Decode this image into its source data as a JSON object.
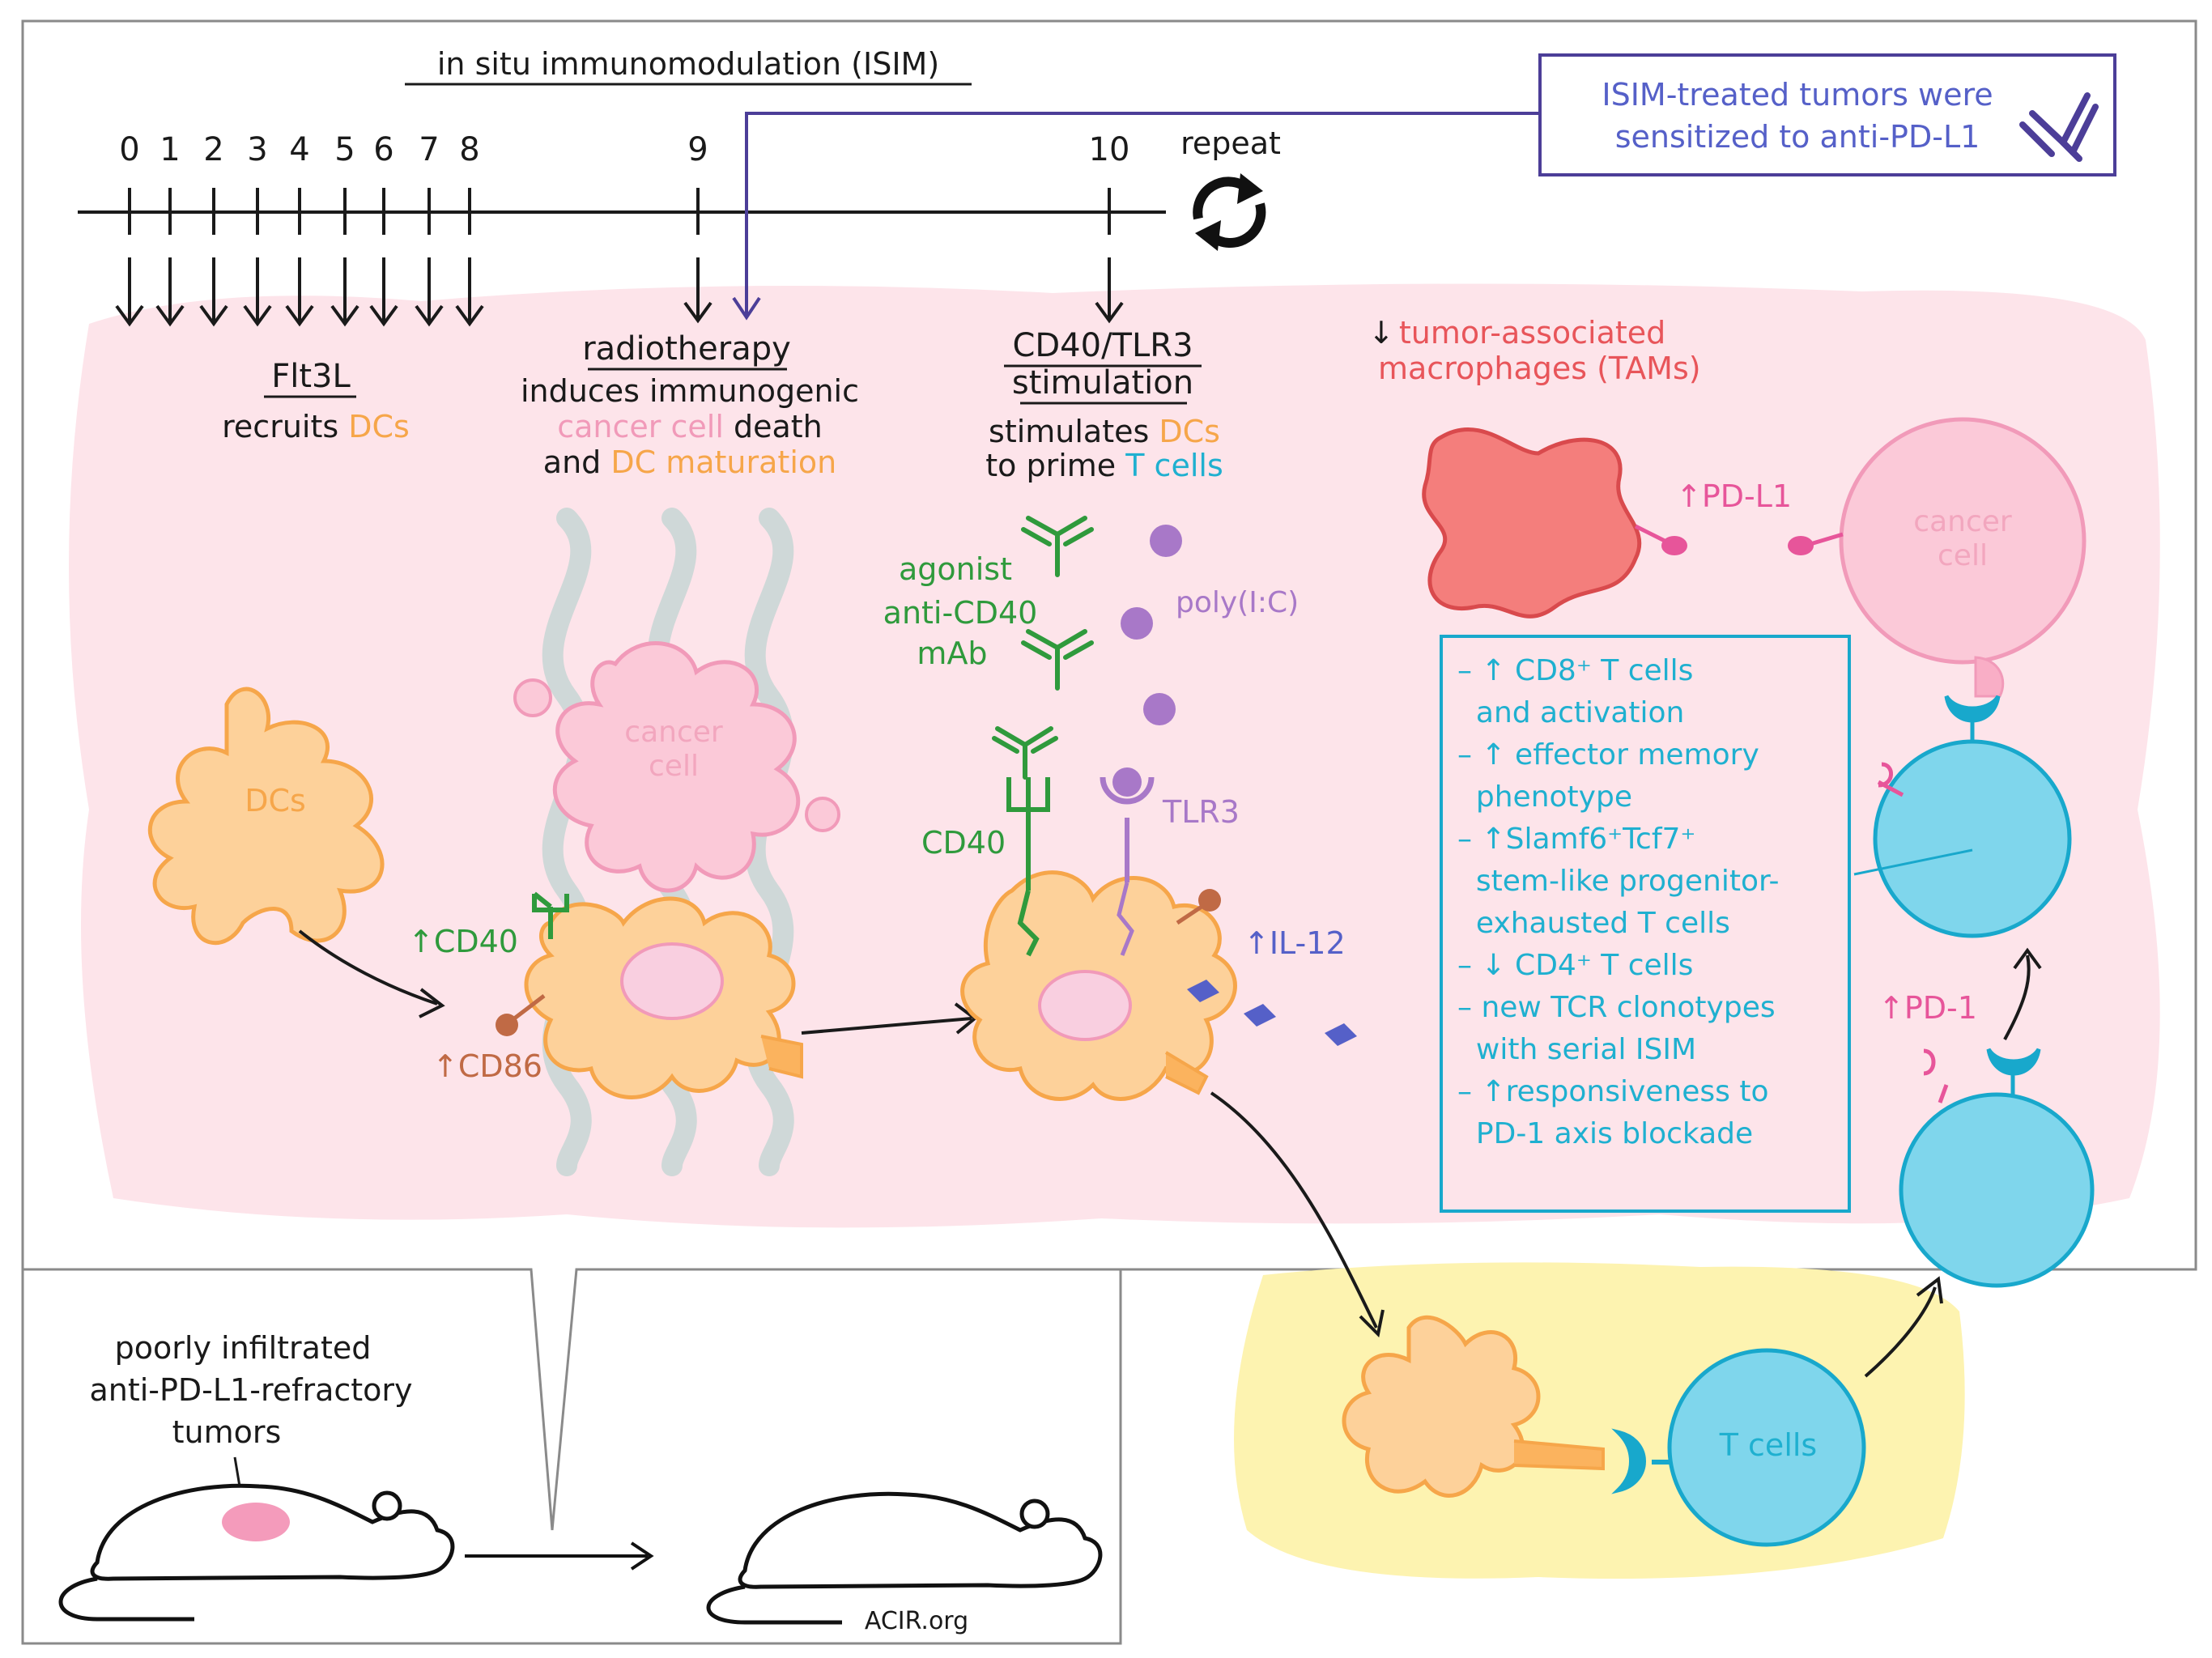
{
  "title": "in situ immunomodulation (ISIM)",
  "timeline": {
    "days_early": [
      "0",
      "1",
      "2",
      "3",
      "4",
      "5",
      "6",
      "7",
      "8"
    ],
    "day_9": "9",
    "day_10": "10",
    "repeat": "repeat"
  },
  "callout_isim": {
    "line1": "ISIM-treated tumors were",
    "line2": "sensitized to anti-PD-L1"
  },
  "flt3l": {
    "title": "Flt3L",
    "desc_prefix": "recruits ",
    "desc_dcs": "DCs"
  },
  "radiotherapy": {
    "title": "radiotherapy",
    "line1": "induces immunogenic",
    "line2_cancer": "cancer cell",
    "line2_rest": " death",
    "line3_prefix": "and ",
    "line3_dc": "DC maturation"
  },
  "cd40tlr3": {
    "title1": "CD40/TLR3",
    "title2": "stimulation",
    "line1_prefix": "stimulates ",
    "line1_dcs": "DCs",
    "line2_prefix": "to prime ",
    "line2_t": "T cells"
  },
  "tams": {
    "arrow": "↓",
    "line1": "tumor-associated",
    "line2": "macrophages (TAMs)"
  },
  "cells": {
    "dcs": "DCs",
    "cancer_cell_1": "cancer",
    "cancer_cell_2": "cell",
    "t_cells": "T cells"
  },
  "markers": {
    "cd40_up": "↑CD40",
    "cd86_up": "↑CD86",
    "cd40": "CD40",
    "tlr3": "TLR3",
    "il12_up": "↑IL-12",
    "pdl1_up": "↑PD-L1",
    "pd1_up": "↑PD-1",
    "polyic": "poly(I:C)",
    "agonist_1": "agonist",
    "agonist_2": "anti-CD40",
    "agonist_3": "mAb"
  },
  "results": [
    "– ↑ CD8⁺ T cells",
    "  and activation",
    "– ↑ effector memory",
    "  phenotype",
    "– ↑Slamf6⁺Tcf7⁺",
    "  stem-like progenitor-",
    "  exhausted T cells",
    "– ↓ CD4⁺ T cells",
    "– new TCR clonotypes",
    "  with serial ISIM",
    "– ↑responsiveness to",
    "  PD-1 axis blockade"
  ],
  "mouse": {
    "line1": "poorly infiltrated",
    "line2": "anti-PD-L1-refractory",
    "line3": "tumors"
  },
  "credit": "ACIR.org",
  "colors": {
    "pink_bg": "#fde4ea",
    "yellow_bg": "#fdf3b0",
    "dc_fill": "#fdd19a",
    "dc_stroke": "#f6a64a",
    "cancer_fill": "#fbc9d8",
    "cancer_stroke": "#f19ab9",
    "tcell_fill": "#7fd6ec",
    "tcell_stroke": "#18a8cc",
    "tam_fill": "#f47e7c",
    "tam_stroke": "#d94a4d",
    "isim_line": "#4c3e98"
  }
}
